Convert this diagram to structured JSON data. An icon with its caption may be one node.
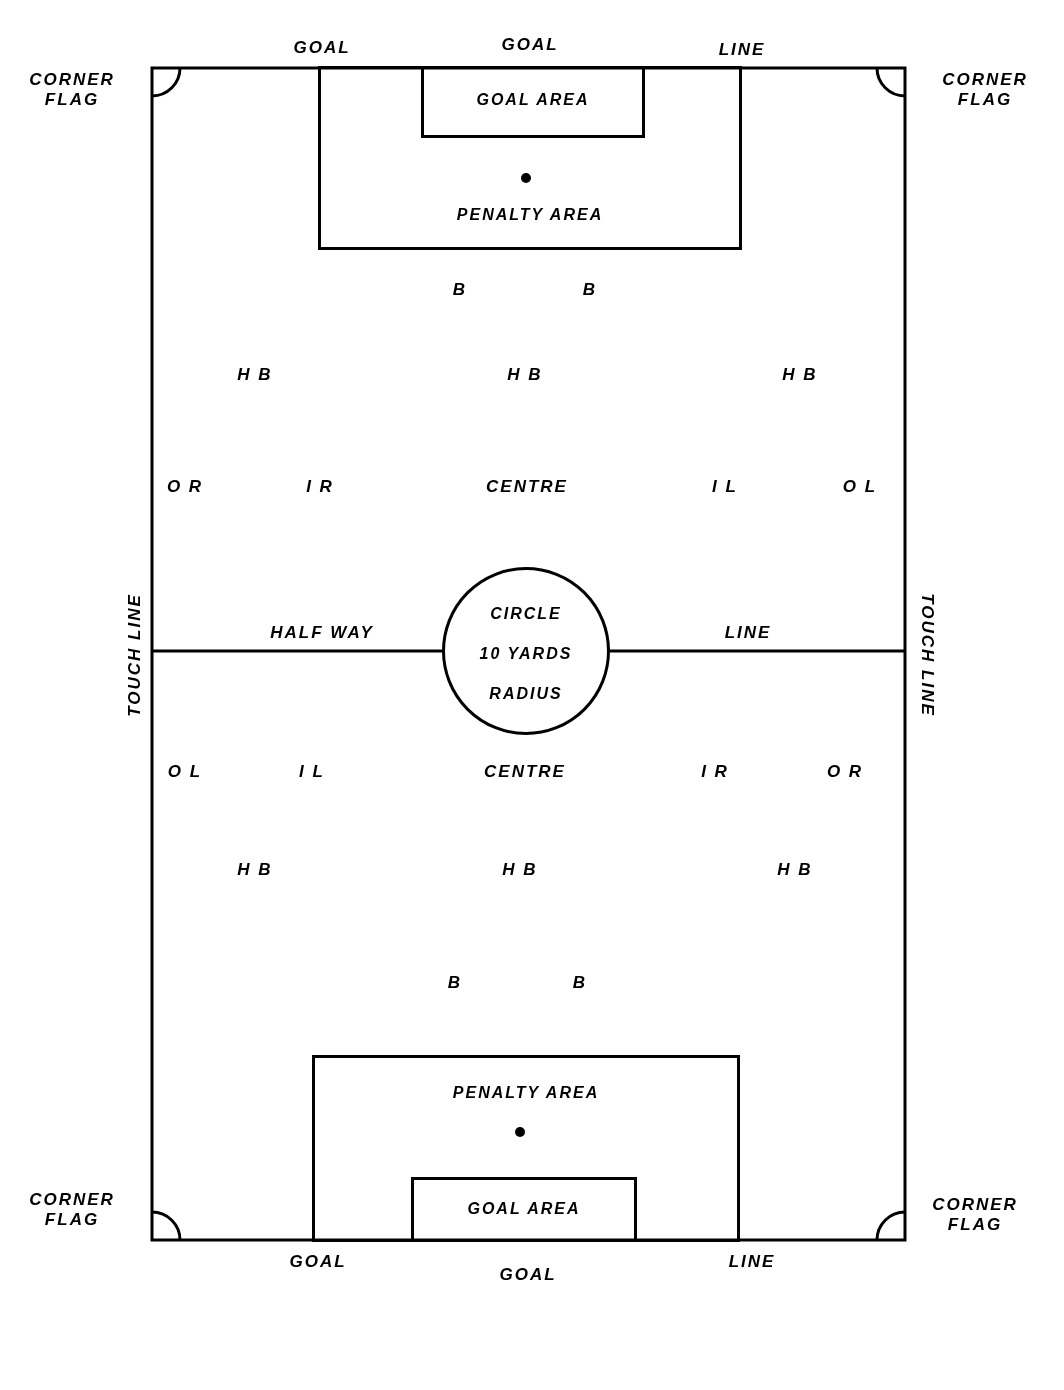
{
  "diagram": {
    "nodes": [
      {
        "text": [
          "PENALTY AREA"
        ]
      },
      {
        "text": [
          "GOAL AREA"
        ],
        "in": 0
      },
      {
        "text": [
          "CIRCLE 10 YARDS RADIUS"
        ]
      },
      {
        "text": [
          "PENALTY AREA"
        ]
      },
      {
        "text": [
          "GOAL AREA"
        ],
        "in": 3
      }
    ],
    "edges": [],
    "labels": [
      "GOAL",
      "GOAL",
      "LINE",
      "CORNER FLAG",
      "CORNER FLAG",
      "B",
      "B",
      "H B",
      "H B",
      "H B",
      "O R",
      "I R",
      "CENTRE",
      "I L",
      "O L",
      "TOUCH LINE",
      "HALF WAY",
      "LINE",
      "TOUCH LINE",
      "O L",
      "I L",
      "CENTRE",
      "I R",
      "O R",
      "H B",
      "H B",
      "H B",
      "B",
      "B",
      "CORNER FLAG",
      "CORNER FLAG",
      "GOAL",
      "GOAL",
      "LINE"
    ]
  }
}
